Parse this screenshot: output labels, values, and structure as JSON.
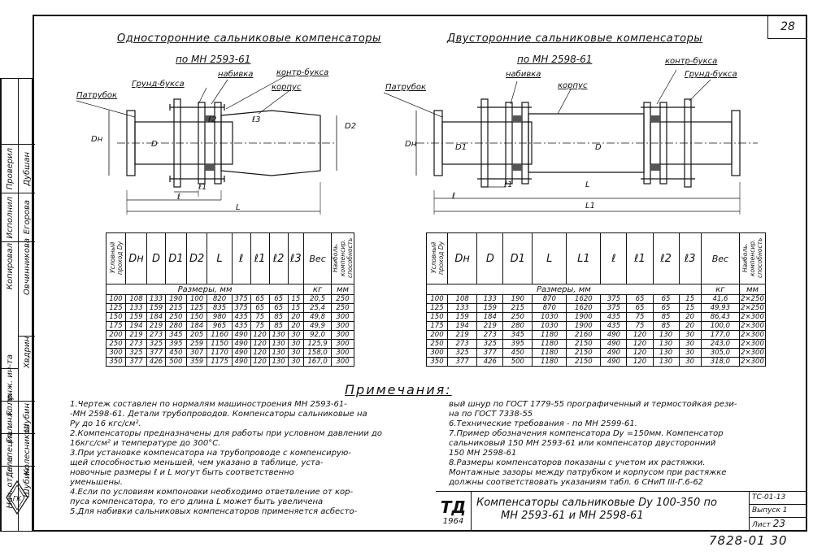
{
  "page_number": "28",
  "left_title": "Односторонние сальниковые компенсаторы",
  "left_standard": "по МН 2593-61",
  "right_title": "Двусторонние сальниковые компенсаторы",
  "right_standard": "по МН 2598-61",
  "left_labels": {
    "gasket": "набивка",
    "counter_bush": "контр-букса",
    "ground_bush": "Грунд-букса",
    "pipe": "Патрубок",
    "body": "корпус",
    "Dn": "Dн",
    "D": "D",
    "D2": "D2",
    "l": "ℓ",
    "l1": "ℓ1",
    "L": "L",
    "l2": "ℓ2",
    "l3": "ℓ3"
  },
  "right_labels": {
    "gasket": "набивка",
    "counter_bush": "контр-букса",
    "ground_bush": "Грунд-букса",
    "pipe": "Патрубок",
    "body": "корпус",
    "Dn": "Dн",
    "D1": "D1",
    "D": "D",
    "l": "ℓ",
    "l1": "ℓ1",
    "L": "L",
    "L1": "L1"
  },
  "sidebar": {
    "roles": [
      "Гл. инж. ин-та",
      "Гл. инж. пр.",
      "Гл. специал.",
      "Нач. отдела",
      "Исполнил",
      "Проверил",
      "Копировал"
    ],
    "names": [
      "Хвдрин",
      "Шубин",
      "Колесников",
      "Шубин",
      "Егорова",
      "Дубшан",
      "Овчинникова"
    ]
  },
  "left_table": {
    "headers": [
      "Условный проход Dу",
      "Dн",
      "D",
      "D1",
      "D2",
      "L",
      "ℓ",
      "ℓ1",
      "ℓ2",
      "ℓ3",
      "Вес",
      "Наиболь. компенсир. способность"
    ],
    "units_label": "Размеры, мм",
    "units_weight": "кг",
    "units_comp": "мм",
    "rows": [
      [
        "100",
        "108",
        "133",
        "190",
        "100",
        "820",
        "375",
        "65",
        "65",
        "15",
        "20,5",
        "250"
      ],
      [
        "125",
        "133",
        "159",
        "215",
        "125",
        "835",
        "375",
        "65",
        "65",
        "15",
        "25,4",
        "250"
      ],
      [
        "150",
        "159",
        "184",
        "250",
        "150",
        "980",
        "435",
        "75",
        "85",
        "20",
        "49,8",
        "300"
      ],
      [
        "175",
        "194",
        "219",
        "280",
        "184",
        "965",
        "435",
        "75",
        "85",
        "20",
        "49,9",
        "300"
      ],
      [
        "200",
        "219",
        "273",
        "345",
        "205",
        "1160",
        "490",
        "120",
        "130",
        "30",
        "92,0",
        "300"
      ],
      [
        "250",
        "273",
        "325",
        "395",
        "259",
        "1150",
        "490",
        "120",
        "130",
        "30",
        "125,9",
        "300"
      ],
      [
        "300",
        "325",
        "377",
        "450",
        "307",
        "1170",
        "490",
        "120",
        "130",
        "30",
        "158,0",
        "300"
      ],
      [
        "350",
        "377",
        "426",
        "500",
        "359",
        "1175",
        "490",
        "120",
        "130",
        "30",
        "167,0",
        "300"
      ]
    ]
  },
  "right_table": {
    "headers": [
      "Условный проход Dу",
      "Dн",
      "D",
      "D1",
      "L",
      "L1",
      "ℓ",
      "ℓ1",
      "ℓ2",
      "ℓ3",
      "Вес",
      "Наиболь. компенсир. способность"
    ],
    "units_label": "Размеры, мм",
    "units_weight": "кг",
    "units_comp": "мм",
    "rows": [
      [
        "100",
        "108",
        "133",
        "190",
        "870",
        "1620",
        "375",
        "65",
        "65",
        "15",
        "41,6",
        "2×250"
      ],
      [
        "125",
        "133",
        "159",
        "215",
        "870",
        "1620",
        "375",
        "65",
        "65",
        "15",
        "49,93",
        "2×250"
      ],
      [
        "150",
        "159",
        "184",
        "250",
        "1030",
        "1900",
        "435",
        "75",
        "85",
        "20",
        "86,43",
        "2×300"
      ],
      [
        "175",
        "194",
        "219",
        "280",
        "1030",
        "1900",
        "435",
        "75",
        "85",
        "20",
        "100,0",
        "2×300"
      ],
      [
        "200",
        "219",
        "273",
        "345",
        "1180",
        "2160",
        "490",
        "120",
        "130",
        "30",
        "177,0",
        "2×300"
      ],
      [
        "250",
        "273",
        "325",
        "395",
        "1180",
        "2150",
        "490",
        "120",
        "130",
        "30",
        "243,0",
        "2×300"
      ],
      [
        "300",
        "325",
        "377",
        "450",
        "1180",
        "2150",
        "490",
        "120",
        "130",
        "30",
        "305,0",
        "2×300"
      ],
      [
        "350",
        "377",
        "426",
        "500",
        "1180",
        "2150",
        "490",
        "120",
        "130",
        "30",
        "318,0",
        "2×300"
      ]
    ]
  },
  "notes_title": "Примечания:",
  "notes_left": [
    "1.Чертеж составлен по нормалям машиностроения МН 2593-61-",
    "-МН 2598-61. Детали трубопроводов. Компенсаторы сальниковые на",
    "Ру до 16 кгс/см².",
    "2.Компенсаторы предназначены для работы при условном давлении до",
    "16кгс/см² и температуре до 300°С.",
    "3.При установке компенсатора на трубопроводе с компенсирую-",
    "щей способностью меньшей, чем указано в таблице, уста-",
    "новочные размеры ℓ и L могут быть соответственно",
    "уменьшены.",
    "4.Если по условиям компоновки необходимо ответвление от кор-",
    "пуса компенсатора, то его длина L может быть увеличена",
    "5.Для набивки сальниковых компенсаторов применяется асбесто-"
  ],
  "notes_right": [
    "вый шнур по ГОСТ 1779-55 прографиченный и термостойкая рези-",
    "на по ГОСТ 7338-55",
    "6.Технические требования - по МН 2599-61.",
    "7.Пример обозначения компенсатора Dу =150мм. Компенсатор",
    "сальниковый 150 МН 2593-61 или компенсатор двусторонний",
    "150 МН 2598-61",
    "8.Размеры компенсаторов показаны с учетом их растяжки.",
    "Монтажные зазоры между патрубком и корпусом при растяжке",
    "должны соответствовать указаниям табл. 6 СНиП III-Г.6-62"
  ],
  "title_block": {
    "logo": "ТД",
    "year": "1964",
    "line1": "Компенсаторы сальниковые Dу 100-350 по",
    "line2": "МН 2593-61 и МН 2598-61",
    "code": "ТС-01-13",
    "issue": "Выпуск 1",
    "sheet_label": "Лист",
    "sheet": "23"
  },
  "footer_code": "7828-01 30"
}
